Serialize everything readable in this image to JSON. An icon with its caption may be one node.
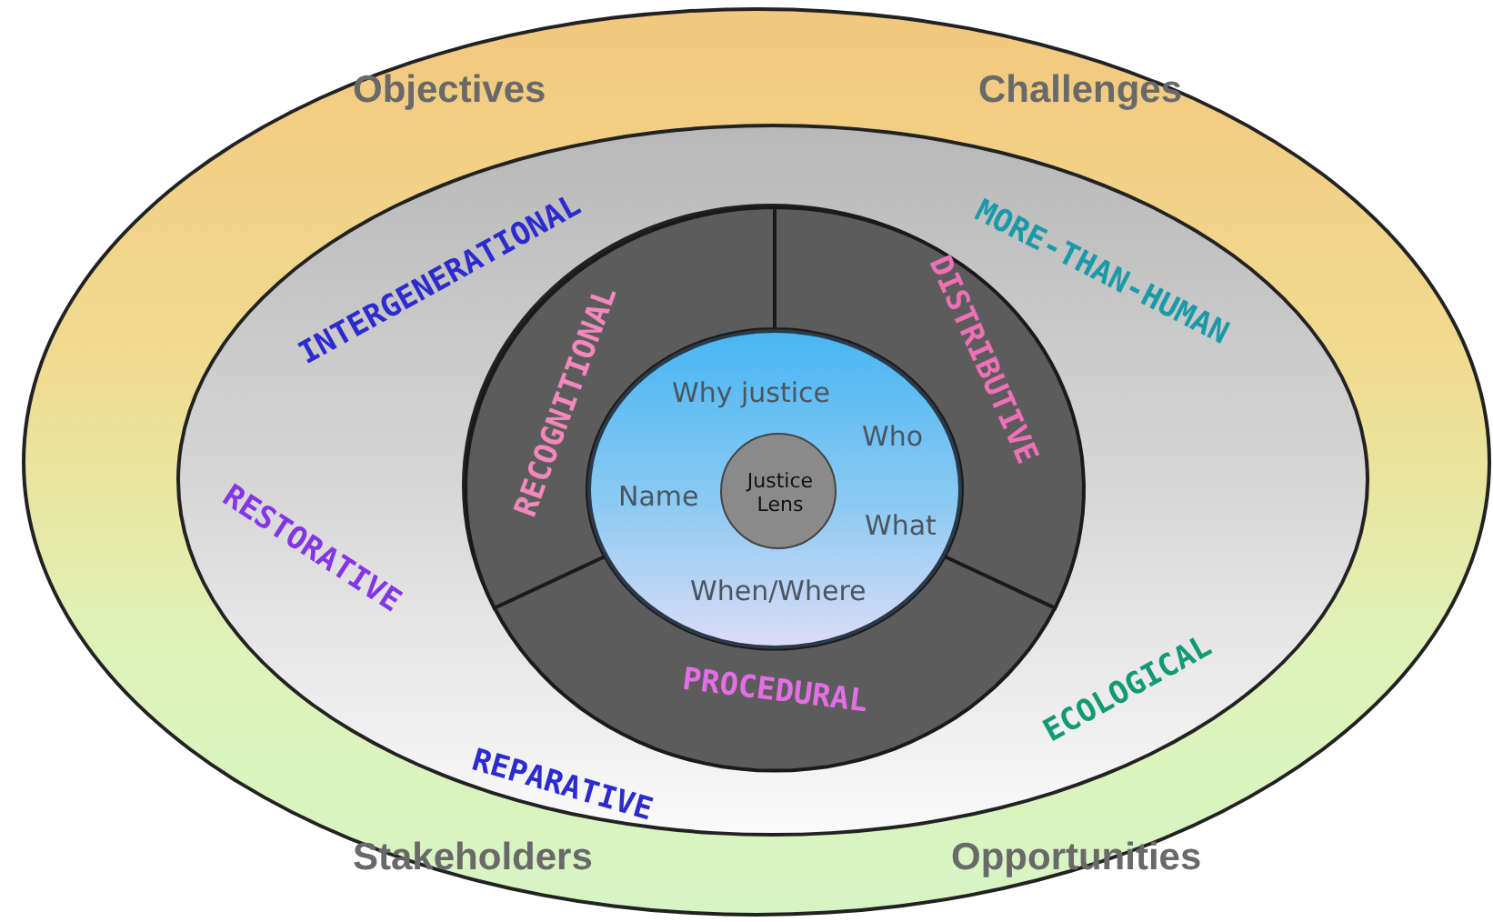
{
  "diagram": {
    "nodes": [
      {
        "text": [
          "Objectives",
          "Challenges",
          "Stakeholders",
          "Opportunities"
        ]
      },
      {
        "text": [
          "INTERGENERATIONAL",
          "MORE-THAN-HUMAN",
          "RESTORATIVE",
          "ECOLOGICAL",
          "REPARATIVE"
        ],
        "in": 0
      },
      {
        "text": [],
        "shape": "circle",
        "in": 1
      },
      {
        "text": [
          "RECOGNITIONAL"
        ],
        "in": 2
      },
      {
        "text": [
          "DISTRIBUTIVE"
        ],
        "in": 2
      },
      {
        "text": [
          "PROCEDURAL"
        ],
        "in": 2
      },
      {
        "text": [
          "Why justice",
          "Who",
          "Name",
          "What",
          "When/Where"
        ],
        "in": 2
      },
      {
        "text": [
          "Justice Lens"
        ],
        "in": 6
      }
    ]
  }
}
